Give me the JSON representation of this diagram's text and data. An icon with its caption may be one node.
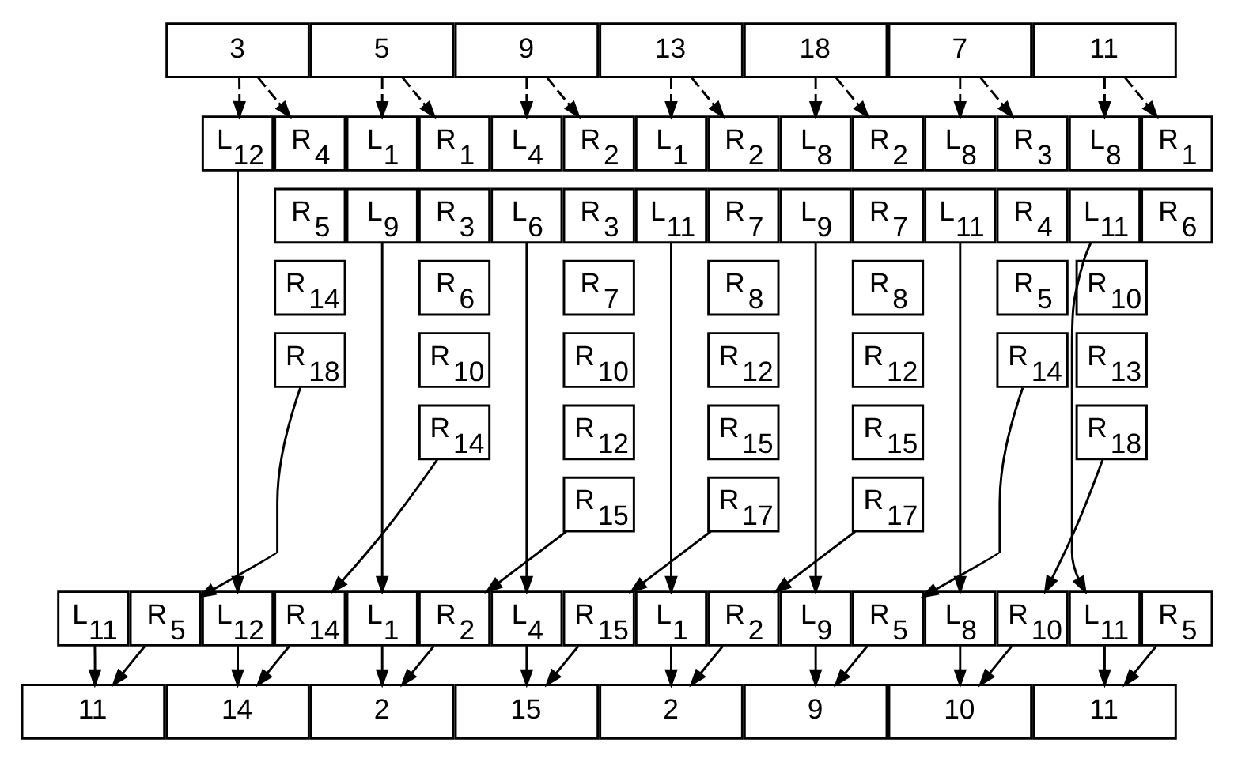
{
  "diagram": {
    "nodes": [
      {
        "text": [
          "3"
        ]
      },
      {
        "text": [
          "5"
        ]
      },
      {
        "text": [
          "9"
        ]
      },
      {
        "text": [
          "13"
        ]
      },
      {
        "text": [
          "18"
        ]
      },
      {
        "text": [
          "7"
        ]
      },
      {
        "text": [
          "11"
        ]
      },
      {
        "text": [
          "L$_{12}$"
        ]
      },
      {
        "text": [
          "R$_{4}$"
        ]
      },
      {
        "text": [
          "L$_{1}$"
        ]
      },
      {
        "text": [
          "R$_{1}$"
        ]
      },
      {
        "text": [
          "L$_{4}$"
        ]
      },
      {
        "text": [
          "R$_{2}$"
        ]
      },
      {
        "text": [
          "L$_{1}$"
        ]
      },
      {
        "text": [
          "R$_{2}$"
        ]
      },
      {
        "text": [
          "L$_{8}$"
        ]
      },
      {
        "text": [
          "R$_{2}$"
        ]
      },
      {
        "text": [
          "L$_{8}$"
        ]
      },
      {
        "text": [
          "R$_{3}$"
        ]
      },
      {
        "text": [
          "L$_{8}$"
        ]
      },
      {
        "text": [
          "R$_{1}$"
        ]
      },
      {
        "text": [
          "R$_{5}$"
        ]
      },
      {
        "text": [
          "L$_{9}$"
        ]
      },
      {
        "text": [
          "R$_{3}$"
        ]
      },
      {
        "text": [
          "L$_{6}$"
        ]
      },
      {
        "text": [
          "R$_{3}$"
        ]
      },
      {
        "text": [
          "L$_{11}$"
        ]
      },
      {
        "text": [
          "R$_{7}$"
        ]
      },
      {
        "text": [
          "L$_{9}$"
        ]
      },
      {
        "text": [
          "R$_{7}$"
        ]
      },
      {
        "text": [
          "L$_{11}$"
        ]
      },
      {
        "text": [
          "R$_{4}$"
        ]
      },
      {
        "text": [
          "L$_{11}$"
        ]
      },
      {
        "text": [
          "R$_{6}$"
        ]
      },
      {
        "text": [
          "R$_{14}$"
        ]
      },
      {
        "text": [
          "R$_{6}$"
        ]
      },
      {
        "text": [
          "R$_{7}$"
        ]
      },
      {
        "text": [
          "R$_{8}$"
        ]
      },
      {
        "text": [
          "R$_{8}$"
        ]
      },
      {
        "text": [
          "R$_{5}$"
        ]
      },
      {
        "text": [
          "R$_{10}$"
        ]
      },
      {
        "text": [
          "R$_{18}$"
        ]
      },
      {
        "text": [
          "R$_{10}$"
        ]
      },
      {
        "text": [
          "R$_{10}$"
        ]
      },
      {
        "text": [
          "R$_{12}$"
        ]
      },
      {
        "text": [
          "R$_{12}$"
        ]
      },
      {
        "text": [
          "R$_{14}$"
        ]
      },
      {
        "text": [
          "R$_{13}$"
        ]
      },
      {
        "text": [
          "R$_{14}$"
        ]
      },
      {
        "text": [
          "R$_{12}$"
        ]
      },
      {
        "text": [
          "R$_{15}$"
        ]
      },
      {
        "text": [
          "R$_{15}$"
        ]
      },
      {
        "text": [
          "R$_{18}$"
        ]
      },
      {
        "text": [
          "R$_{15}$"
        ]
      },
      {
        "text": [
          "R$_{17}$"
        ]
      },
      {
        "text": [
          "R$_{17}$"
        ]
      },
      {
        "text": [
          "L$_{11}$"
        ]
      },
      {
        "text": [
          "R$_{5}$"
        ]
      },
      {
        "text": [
          "L$_{12}$"
        ]
      },
      {
        "text": [
          "R$_{14}$"
        ]
      },
      {
        "text": [
          "L$_{1}$"
        ]
      },
      {
        "text": [
          "R$_{2}$"
        ]
      },
      {
        "text": [
          "L$_{4}$"
        ]
      },
      {
        "text": [
          "R$_{15}$"
        ]
      },
      {
        "text": [
          "L$_{1}$"
        ]
      },
      {
        "text": [
          "R$_{2}$"
        ]
      },
      {
        "text": [
          "L$_{9}$"
        ]
      },
      {
        "text": [
          "R$_{5}$"
        ]
      },
      {
        "text": [
          "L$_{8}$"
        ]
      },
      {
        "text": [
          "R$_{10}$"
        ]
      },
      {
        "text": [
          "L$_{11}$"
        ]
      },
      {
        "text": [
          "R$_{5}$"
        ]
      },
      {
        "text": [
          "11"
        ]
      },
      {
        "text": [
          "14"
        ]
      },
      {
        "text": [
          "2"
        ]
      },
      {
        "text": [
          "15"
        ]
      },
      {
        "text": [
          "2"
        ]
      },
      {
        "text": [
          "9"
        ]
      },
      {
        "text": [
          "10"
        ]
      },
      {
        "text": [
          "11"
        ]
      }
    ],
    "edges": [
      {
        "from": 0,
        "to": 7,
        "arrow": "to",
        "style": "dashed"
      },
      {
        "from": 0,
        "to": 8,
        "arrow": "to",
        "style": "dashed"
      },
      {
        "from": 1,
        "to": 9,
        "arrow": "to",
        "style": "dashed"
      },
      {
        "from": 1,
        "to": 10,
        "arrow": "to",
        "style": "dashed"
      },
      {
        "from": 2,
        "to": 11,
        "arrow": "to",
        "style": "dashed"
      },
      {
        "from": 2,
        "to": 12,
        "arrow": "to",
        "style": "dashed"
      },
      {
        "from": 3,
        "to": 13,
        "arrow": "to",
        "style": "dashed"
      },
      {
        "from": 3,
        "to": 14,
        "arrow": "to",
        "style": "dashed"
      },
      {
        "from": 4,
        "to": 15,
        "arrow": "to",
        "style": "dashed"
      },
      {
        "from": 4,
        "to": 16,
        "arrow": "to",
        "style": "dashed"
      },
      {
        "from": 5,
        "to": 17,
        "arrow": "to",
        "style": "dashed"
      },
      {
        "from": 5,
        "to": 18,
        "arrow": "to",
        "style": "dashed"
      },
      {
        "from": 6,
        "to": 19,
        "arrow": "to",
        "style": "dashed"
      },
      {
        "from": 6,
        "to": 20,
        "arrow": "to",
        "style": "dashed"
      },
      {
        "from": 7,
        "to": 58,
        "arrow": "to"
      },
      {
        "from": 41,
        "to": 57,
        "arrow": "to"
      },
      {
        "from": 22,
        "to": 60,
        "arrow": "to"
      },
      {
        "from": 48,
        "to": 59,
        "arrow": "to"
      },
      {
        "from": 24,
        "to": 62,
        "arrow": "to"
      },
      {
        "from": 53,
        "to": 61,
        "arrow": "to"
      },
      {
        "from": 26,
        "to": 64,
        "arrow": "to"
      },
      {
        "from": 54,
        "to": 63,
        "arrow": "to"
      },
      {
        "from": 28,
        "to": 66,
        "arrow": "to"
      },
      {
        "from": 55,
        "to": 65,
        "arrow": "to"
      },
      {
        "from": 30,
        "to": 68,
        "arrow": "to"
      },
      {
        "from": 46,
        "to": 67,
        "arrow": "to"
      },
      {
        "from": 32,
        "to": 56,
        "arrow": "to"
      },
      {
        "from": 52,
        "to": 69,
        "arrow": "to"
      },
      {
        "from": 70,
        "to": 72,
        "arrow": "to"
      },
      {
        "from": 57,
        "to": 72,
        "arrow": "to"
      },
      {
        "from": 58,
        "to": 73,
        "arrow": "to"
      },
      {
        "from": 59,
        "to": 73,
        "arrow": "to"
      },
      {
        "from": 60,
        "to": 74,
        "arrow": "to"
      },
      {
        "from": 61,
        "to": 74,
        "arrow": "to"
      },
      {
        "from": 62,
        "to": 75,
        "arrow": "to"
      },
      {
        "from": 63,
        "to": 75,
        "arrow": "to"
      },
      {
        "from": 64,
        "to": 76,
        "arrow": "to"
      },
      {
        "from": 65,
        "to": 76,
        "arrow": "to"
      },
      {
        "from": 66,
        "to": 77,
        "arrow": "to"
      },
      {
        "from": 67,
        "to": 77,
        "arrow": "to"
      },
      {
        "from": 68,
        "to": 78,
        "arrow": "to"
      },
      {
        "from": 69,
        "to": 78,
        "arrow": "to"
      },
      {
        "from": 56,
        "to": 79,
        "arrow": "to"
      },
      {
        "from": 71,
        "to": 79,
        "arrow": "to"
      }
    ]
  }
}
